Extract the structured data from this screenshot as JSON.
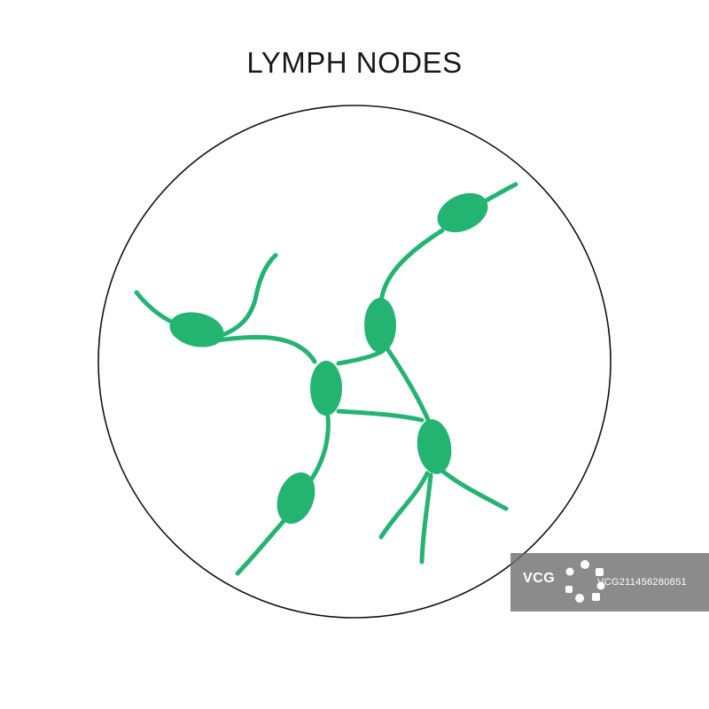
{
  "title": "LYMPH NODES",
  "colors": {
    "node": "#23b472",
    "vessel": "#23b472",
    "outline": "#111111",
    "background": "#ffffff"
  },
  "watermark": {
    "brand": "VCG",
    "id": "VCG211456280851",
    "icon": "vcg-logo-icon"
  }
}
